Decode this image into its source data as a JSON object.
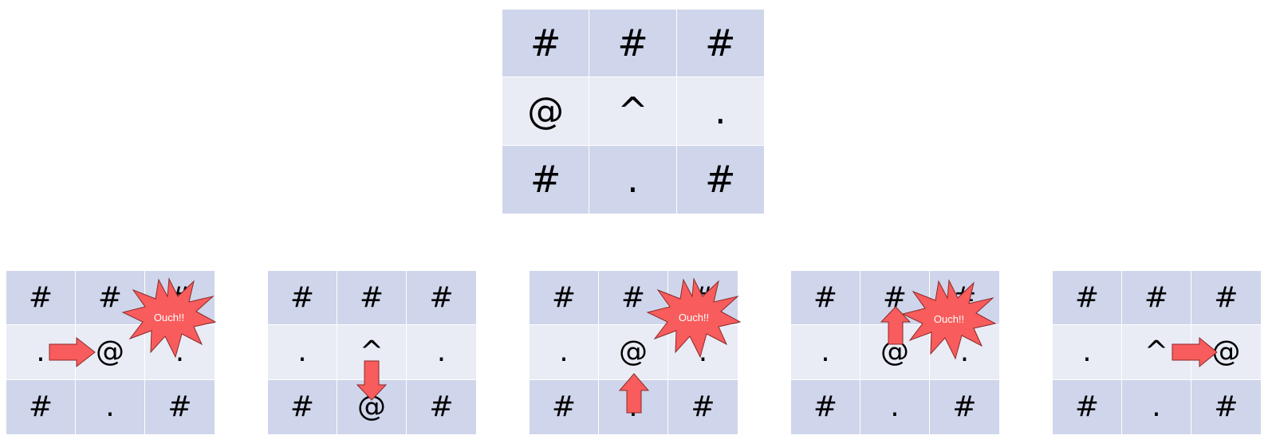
{
  "main_grid": {
    "rows": [
      [
        "#",
        "#",
        "#"
      ],
      [
        "@",
        "^",
        "."
      ],
      [
        "#",
        ".",
        "#"
      ]
    ]
  },
  "scenarios": [
    {
      "rows": [
        [
          "#",
          "#",
          "#"
        ],
        [
          ".",
          "@",
          "."
        ],
        [
          "#",
          ".",
          "#"
        ]
      ],
      "arrow": "right",
      "callout": "Ouch!!"
    },
    {
      "rows": [
        [
          "#",
          "#",
          "#"
        ],
        [
          ".",
          "^",
          "."
        ],
        [
          "#",
          "@",
          "#"
        ]
      ],
      "arrow": "down",
      "callout": ""
    },
    {
      "rows": [
        [
          "#",
          "#",
          "#"
        ],
        [
          ".",
          "@",
          "."
        ],
        [
          "#",
          ".",
          "#"
        ]
      ],
      "arrow": "up",
      "callout": "Ouch!!"
    },
    {
      "rows": [
        [
          "#",
          "#",
          "#"
        ],
        [
          ".",
          "@",
          "."
        ],
        [
          "#",
          ".",
          "#"
        ]
      ],
      "arrow": "up",
      "callout": "Ouch!!"
    },
    {
      "rows": [
        [
          "#",
          "#",
          "#"
        ],
        [
          ".",
          "^",
          "@"
        ],
        [
          "#",
          ".",
          "#"
        ]
      ],
      "arrow": "right",
      "callout": ""
    }
  ],
  "colors": {
    "row_dark": "#cfd5ea",
    "row_light": "#e9ebf5",
    "arrow_fill": "#f85c5c",
    "arrow_stroke": "#8a2a2a"
  }
}
